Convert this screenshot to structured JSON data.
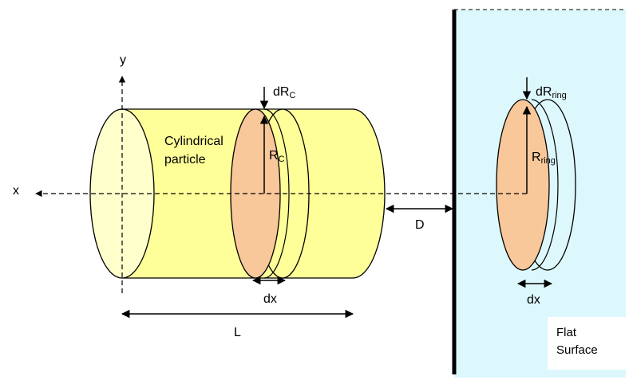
{
  "labels": {
    "x_axis": "x",
    "y_axis": "y",
    "particle_line1": "Cylindrical",
    "particle_line2": "particle",
    "dR": "dR",
    "dR_sub": "C",
    "R": "R",
    "R_sub": "C",
    "dx_left": "dx",
    "L": "L",
    "D": "D",
    "dRring": "dR",
    "dRring_sub": "ring",
    "Rring": "R",
    "Rring_sub": "ring",
    "dx_right": "dx",
    "surface_line1": "Flat",
    "surface_line2": "Surface"
  },
  "colors": {
    "cylinder_fill": "#FFFF99",
    "cylinder_end_fill": "#FFFFCC",
    "slice_fill": "#F8C79A",
    "surface_fill": "#DDF8FC",
    "surface_label_bg": "#FFFFFF",
    "stroke": "#000000"
  }
}
